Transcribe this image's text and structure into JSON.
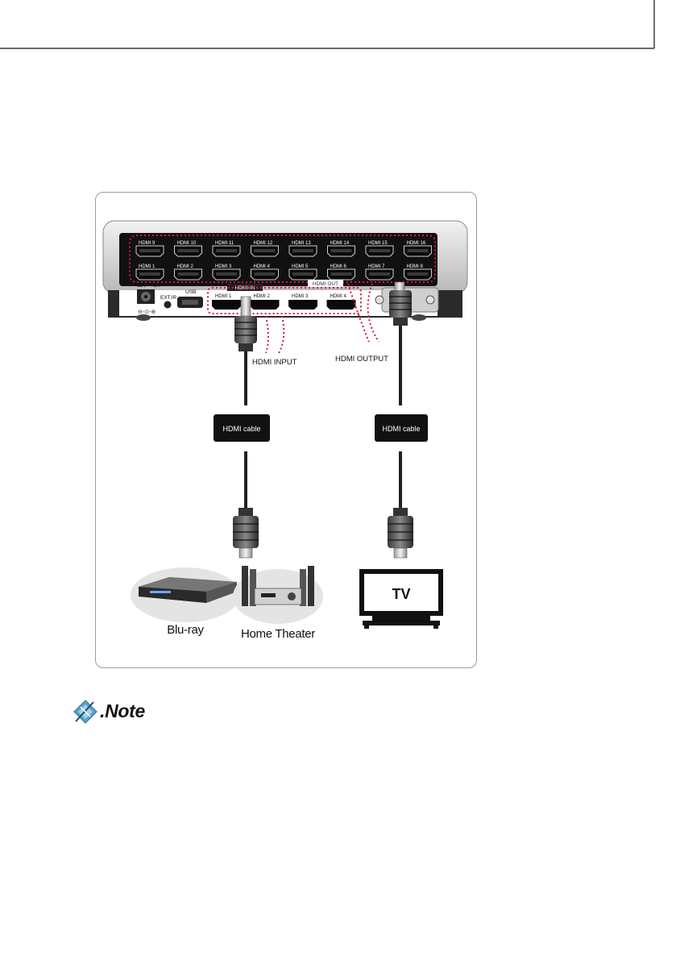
{
  "device": {
    "port_labels_top": [
      "HDMI 9",
      "HDMI 10",
      "HDMI 11",
      "HDMI 12",
      "HDMI 13",
      "HDMI 14",
      "HDMI 15",
      "HDMI 16"
    ],
    "port_labels_bottom": [
      "HDMI 1",
      "HDMI 2",
      "HDMI 3",
      "HDMI 4",
      "HDMI 5",
      "HDMI 6",
      "HDMI 7",
      "HDMI 8"
    ],
    "hdmi_in_tag": "HDMI IN",
    "hdmi_out_tag": "HDMI OUT",
    "input_ports": [
      "HDMI 1",
      "HDMI 2",
      "HDMI 3",
      "HDMI 4"
    ],
    "power_label": "12V ⎓ 3A",
    "ext_ir_label": "EXT.IR",
    "usb_label": "USB"
  },
  "callouts": {
    "hdmi_input": "HDMI INPUT",
    "hdmi_output": "HDMI OUTPUT"
  },
  "cables": {
    "left_label": "HDMI cable",
    "right_label": "HDMI cable"
  },
  "devices": {
    "bluray_label": "Blu-ray",
    "home_theater_label": "Home Theater",
    "tv_label": "TV"
  },
  "note": {
    "label": ".Note"
  },
  "colors": {
    "dotted_outline": "#d9143b",
    "device_body": "#dcdcdc",
    "cable": "#222222",
    "label_box": "#111111"
  }
}
